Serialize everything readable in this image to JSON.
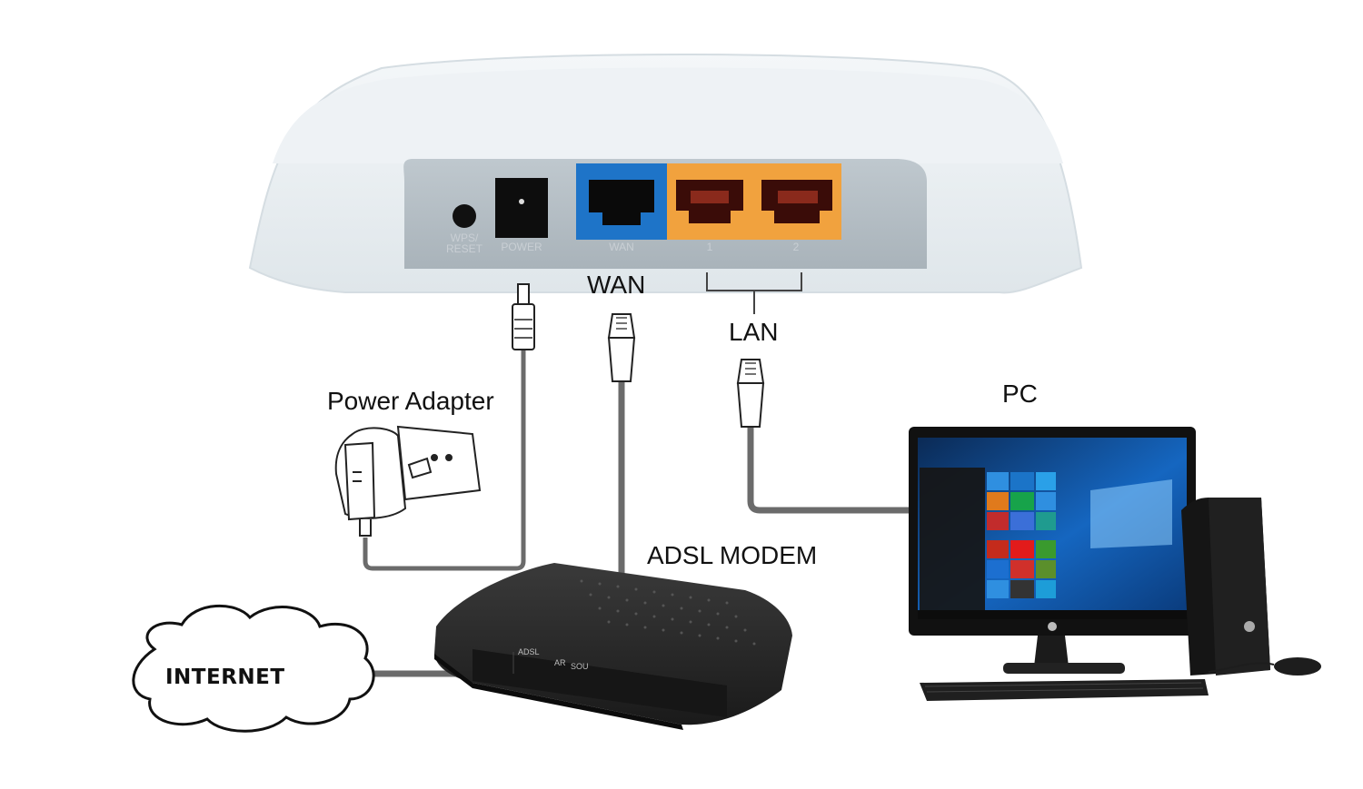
{
  "labels": {
    "wan": "WAN",
    "lan": "LAN",
    "pc": "PC",
    "power_adapter": "Power Adapter",
    "adsl_modem": "ADSL MODEM",
    "internet": "INTERNET"
  },
  "router": {
    "port_labels": {
      "wps_reset": "WPS/ RESET",
      "power": "POWER",
      "wan": "WAN",
      "lan1": "1",
      "lan2": "2"
    }
  },
  "modem": {
    "panel_labels": [
      "ADSL",
      "AR",
      "SOU"
    ]
  },
  "colors": {
    "wan_port": "#1e74c8",
    "lan_port": "#f1a23e",
    "cable": "#6b6b6b",
    "modem_body": "#1f1f1f"
  }
}
